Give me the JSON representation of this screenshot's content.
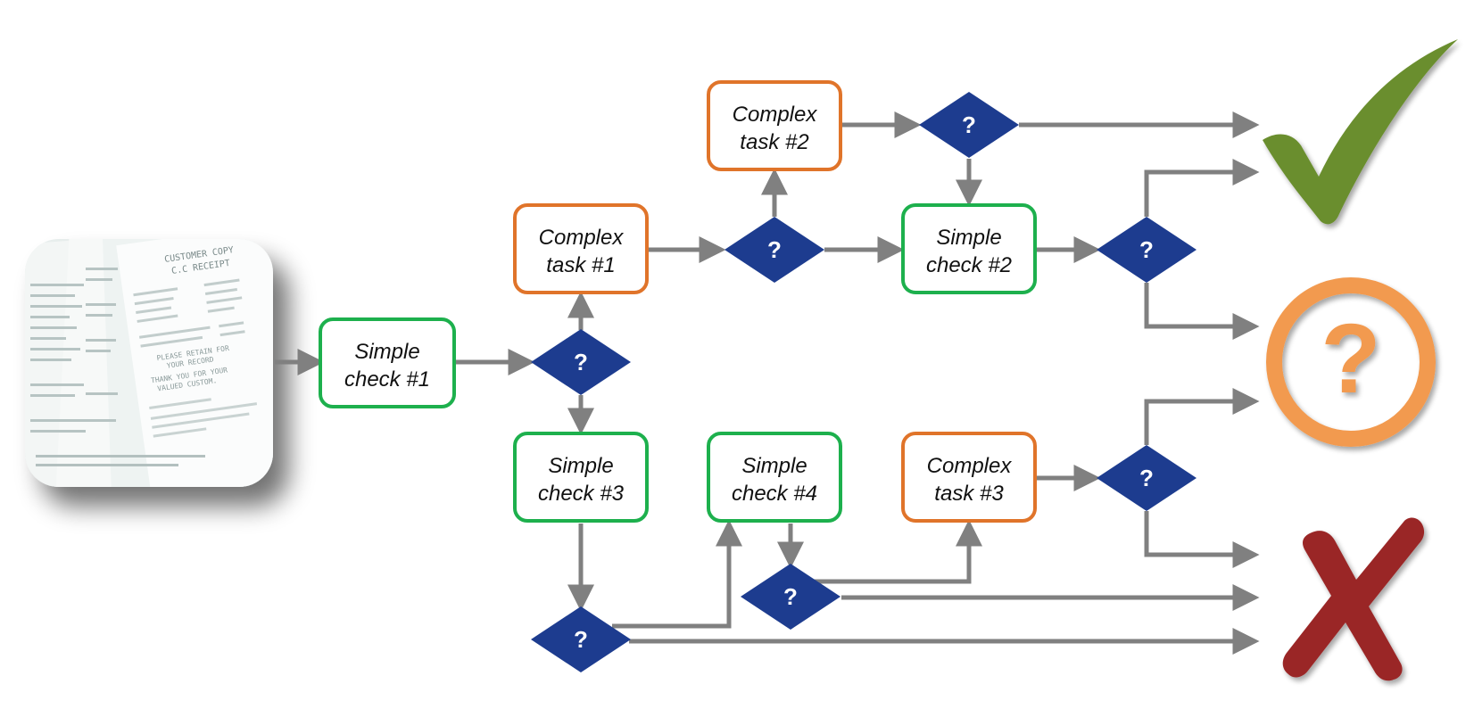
{
  "colors": {
    "simple": "#1db04d",
    "complex": "#e0742a",
    "decision": "#1d3c8f",
    "arrow": "#808080",
    "ok": "#6b8e2f",
    "unknown": "#f29a4f",
    "fail": "#9a2828"
  },
  "boxes": [
    {
      "id": "simple-check-1",
      "kind": "simple",
      "line1": "Simple",
      "line2": "check #1"
    },
    {
      "id": "complex-task-1",
      "kind": "complex",
      "line1": "Complex",
      "line2": "task #1"
    },
    {
      "id": "complex-task-2",
      "kind": "complex",
      "line1": "Complex",
      "line2": "task #2"
    },
    {
      "id": "simple-check-2",
      "kind": "simple",
      "line1": "Simple",
      "line2": "check #2"
    },
    {
      "id": "simple-check-3",
      "kind": "simple",
      "line1": "Simple",
      "line2": "check #3"
    },
    {
      "id": "simple-check-4",
      "kind": "simple",
      "line1": "Simple",
      "line2": "check #4"
    },
    {
      "id": "complex-task-3",
      "kind": "complex",
      "line1": "Complex",
      "line2": "task #3"
    }
  ],
  "decision_label": "?",
  "outcomes": {
    "ok_icon": "checkmark-icon",
    "unknown_icon": "question-circle-icon",
    "unknown_label": "?",
    "fail_icon": "cross-icon"
  },
  "receipt": {
    "icon": "receipts-image",
    "header1": "CUSTOMER COPY",
    "header2": "C.C RECEIPT",
    "line1": "PLEASE RETAIN FOR",
    "line2": "YOUR RECORD",
    "line3": "THANK YOU FOR YOUR",
    "line4": "VALUED CUSTOM."
  }
}
